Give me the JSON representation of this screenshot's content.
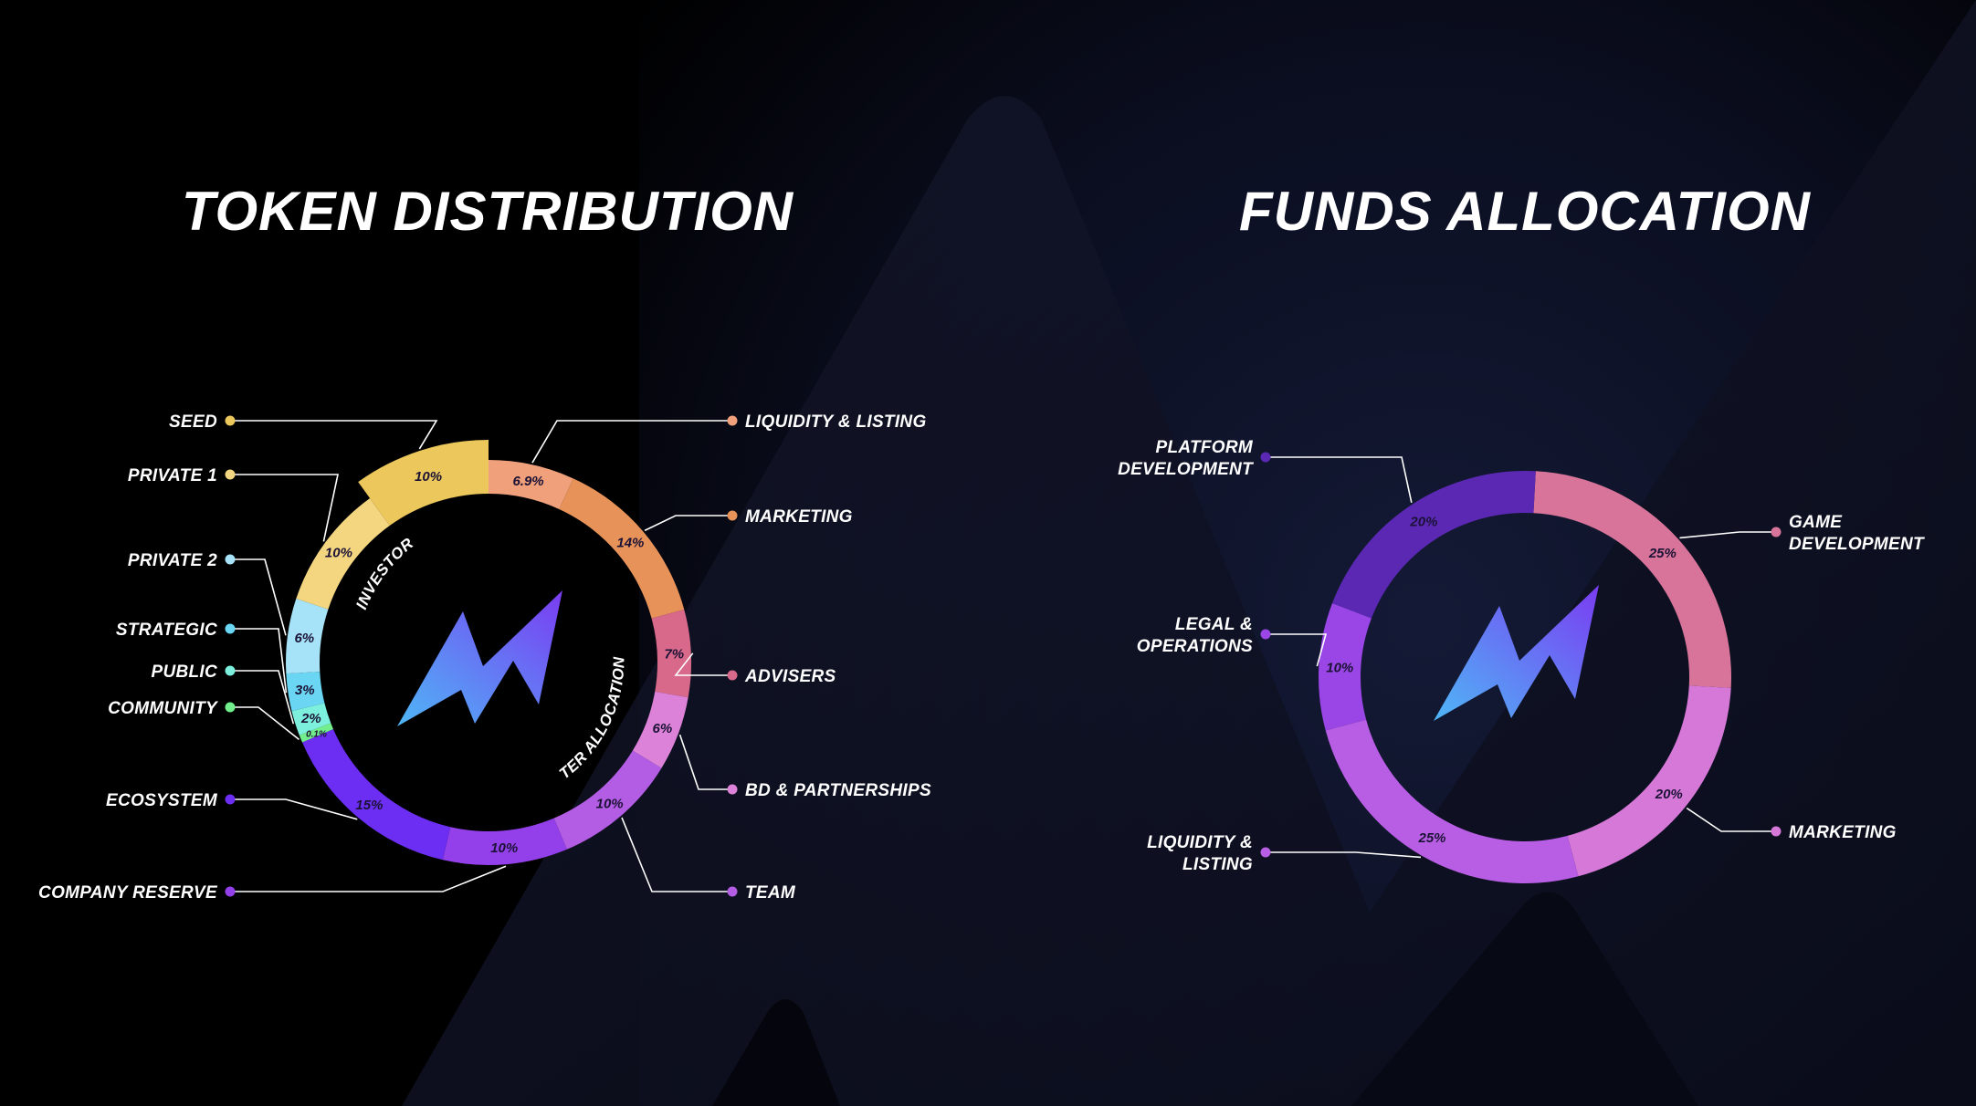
{
  "colors": {
    "background": "#000000",
    "leader_line": "#ffffff",
    "logo_gradient": [
      "#4fb6f6",
      "#7a3cf2"
    ]
  },
  "chart_data": [
    {
      "type": "pie",
      "title": "TOKEN DISTRIBUTION",
      "center_icon": "lightning-logo-icon",
      "groups": [
        {
          "label": "INVESTOR",
          "members": [
            "SEED",
            "PRIVATE 1",
            "PRIVATE 2",
            "STRATEGIC",
            "PUBLIC",
            "COMMUNITY"
          ]
        },
        {
          "label": "OTER ALLOCATIONS",
          "members": [
            "LIQUIDITY & LISTING",
            "MARKETING",
            "ADVISERS",
            "BD & PARTNERSHIPS",
            "TEAM"
          ]
        }
      ],
      "slices": [
        {
          "label": "LIQUIDITY & LISTING",
          "value": 6.9,
          "value_label": "6.9%",
          "color": "#f0a07a"
        },
        {
          "label": "MARKETING",
          "value": 14,
          "value_label": "14%",
          "color": "#e69258"
        },
        {
          "label": "ADVISERS",
          "value": 7,
          "value_label": "7%",
          "color": "#d8698a"
        },
        {
          "label": "BD & PARTNERSHIPS",
          "value": 6,
          "value_label": "6%",
          "color": "#dc82d8"
        },
        {
          "label": "TEAM",
          "value": 10,
          "value_label": "10%",
          "color": "#b35ce4"
        },
        {
          "label": "COMPANY RESERVE",
          "value": 10,
          "value_label": "10%",
          "color": "#9440ea"
        },
        {
          "label": "ECOSYSTEM",
          "value": 15,
          "value_label": "15%",
          "color": "#6b2ef2"
        },
        {
          "label": "COMMUNITY",
          "value": 0.1,
          "value_label": "0.1%",
          "color": "#72ef8c"
        },
        {
          "label": "PUBLIC",
          "value": 2,
          "value_label": "2%",
          "color": "#7cf0dc"
        },
        {
          "label": "STRATEGIC",
          "value": 3,
          "value_label": "3%",
          "color": "#6ad6f3"
        },
        {
          "label": "PRIVATE 2",
          "value": 6,
          "value_label": "6%",
          "color": "#a6e2f8"
        },
        {
          "label": "PRIVATE 1",
          "value": 10,
          "value_label": "10%",
          "color": "#f3d67f"
        },
        {
          "label": "SEED",
          "value": 10,
          "value_label": "10%",
          "color": "#ecc75b"
        }
      ]
    },
    {
      "type": "pie",
      "title": "FUNDS ALLOCATION",
      "center_icon": "lightning-logo-icon",
      "slices": [
        {
          "label": "GAME DEVELOPMENT",
          "value": 25,
          "value_label": "25%",
          "color": "#d8749a"
        },
        {
          "label": "MARKETING",
          "value": 20,
          "value_label": "20%",
          "color": "#d678d8"
        },
        {
          "label": "LIQUIDITY & LISTING",
          "value": 25,
          "value_label": "25%",
          "color": "#b85ee4"
        },
        {
          "label": "LEGAL & OPERATIONS",
          "value": 10,
          "value_label": "10%",
          "color": "#9a46e6"
        },
        {
          "label": "PLATFORM DEVELOPMENT",
          "value": 20,
          "value_label": "20%",
          "color": "#5b28b4"
        }
      ]
    }
  ]
}
